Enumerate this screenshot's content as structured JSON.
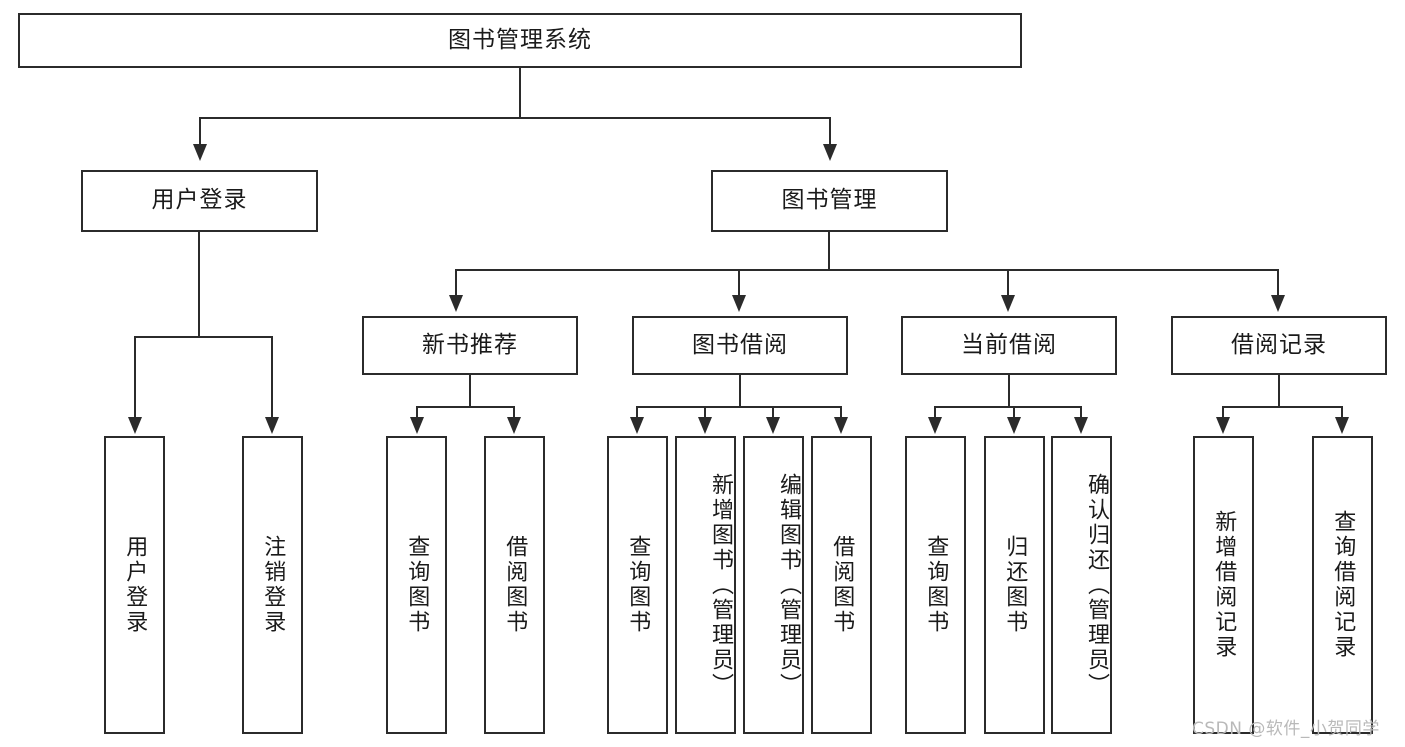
{
  "diagram": {
    "type": "tree-hierarchy-chart",
    "title": "图书管理系统",
    "watermark": "CSDN @软件_小贺同学",
    "colors": {
      "stroke": "#2b2b2b",
      "fill": "#ffffff",
      "text": "#1a1a1a",
      "watermark": "#b9b9b9"
    },
    "root": {
      "label": "图书管理系统"
    },
    "level2": [
      {
        "id": "user-login",
        "label": "用户登录"
      },
      {
        "id": "book-manage",
        "label": "图书管理"
      }
    ],
    "level3": [
      {
        "id": "new-book-recommend",
        "label": "新书推荐"
      },
      {
        "id": "book-borrow",
        "label": "图书借阅"
      },
      {
        "id": "current-borrow",
        "label": "当前借阅"
      },
      {
        "id": "borrow-record",
        "label": "借阅记录"
      }
    ],
    "leaves": {
      "user_login": [
        {
          "id": "leaf-user-login",
          "label": "用户登录"
        },
        {
          "id": "leaf-logout-login",
          "label": "注销登录"
        }
      ],
      "new_book_recommend": [
        {
          "id": "leaf-query-book-1",
          "label": "查询图书"
        },
        {
          "id": "leaf-borrow-book-1",
          "label": "借阅图书"
        }
      ],
      "book_borrow": [
        {
          "id": "leaf-query-book-2",
          "label": "查询图书"
        },
        {
          "id": "leaf-add-book",
          "label": "新增图书（管理员）"
        },
        {
          "id": "leaf-edit-book",
          "label": "编辑图书（管理员）"
        },
        {
          "id": "leaf-borrow-book-2",
          "label": "借阅图书"
        }
      ],
      "current_borrow": [
        {
          "id": "leaf-query-book-3",
          "label": "查询图书"
        },
        {
          "id": "leaf-return-book",
          "label": "归还图书"
        },
        {
          "id": "leaf-confirm-return",
          "label": "确认归还（管理员）"
        }
      ],
      "borrow_record": [
        {
          "id": "leaf-add-record",
          "label": "新增借阅记录"
        },
        {
          "id": "leaf-query-record",
          "label": "查询借阅记录"
        }
      ]
    }
  }
}
